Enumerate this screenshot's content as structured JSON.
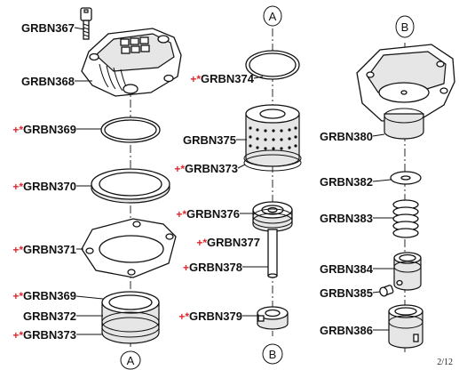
{
  "diagram": {
    "labels": [
      {
        "id": "l367",
        "mark": "",
        "text": "GRBN367"
      },
      {
        "id": "l368",
        "mark": "",
        "text": "GRBN368"
      },
      {
        "id": "l369a",
        "mark": "+*",
        "text": "GRBN369"
      },
      {
        "id": "l370",
        "mark": "+*",
        "text": "GRBN370"
      },
      {
        "id": "l371",
        "mark": "+*",
        "text": "GRBN371"
      },
      {
        "id": "l369b",
        "mark": "+*",
        "text": "GRBN369"
      },
      {
        "id": "l372",
        "mark": "",
        "text": "GRBN372"
      },
      {
        "id": "l373a",
        "mark": "+*",
        "text": "GRBN373"
      },
      {
        "id": "l374",
        "mark": "+*",
        "text": "GRBN374"
      },
      {
        "id": "l375",
        "mark": "",
        "text": "GRBN375"
      },
      {
        "id": "l373b",
        "mark": "+*",
        "text": "GRBN373"
      },
      {
        "id": "l376",
        "mark": "+*",
        "text": "GRBN376"
      },
      {
        "id": "l377",
        "mark": "+*",
        "text": "GRBN377"
      },
      {
        "id": "l378",
        "mark": "+",
        "text": "GRBN378"
      },
      {
        "id": "l379",
        "mark": "+*",
        "text": "GRBN379"
      },
      {
        "id": "l380",
        "mark": "",
        "text": "GRBN380"
      },
      {
        "id": "l382",
        "mark": "",
        "text": "GRBN382"
      },
      {
        "id": "l383",
        "mark": "",
        "text": "GRBN383"
      },
      {
        "id": "l384",
        "mark": "",
        "text": "GRBN384"
      },
      {
        "id": "l385",
        "mark": "",
        "text": "GRBN385"
      },
      {
        "id": "l386",
        "mark": "",
        "text": "GRBN386"
      }
    ],
    "refs": {
      "top_a": "A",
      "bottom_a": "A",
      "top_b": "B",
      "bottom_b": "B"
    },
    "page_number": "2/12",
    "colors": {
      "mark": "#e0252b",
      "ink": "#111111"
    }
  }
}
